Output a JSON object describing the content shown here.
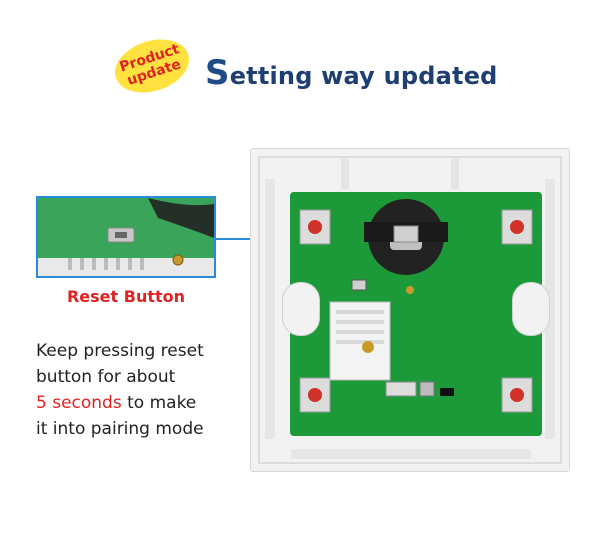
{
  "badge": {
    "text": "Product\nupdate"
  },
  "header": {
    "title_first": "S",
    "title_rest": "etting way updated"
  },
  "zoom": {
    "label": "Reset Button"
  },
  "instructions": {
    "line1": "Keep pressing reset",
    "line2": "button for about",
    "highlight": "5 seconds",
    "line3_rest": " to make",
    "line4": "it into pairing mode"
  },
  "colors": {
    "title": "#1f3f73",
    "accent_red": "#e02222",
    "badge_yellow": "#ffe23f",
    "pcb_green": "#1c9a3a",
    "zoom_border": "#2a8bd8"
  }
}
